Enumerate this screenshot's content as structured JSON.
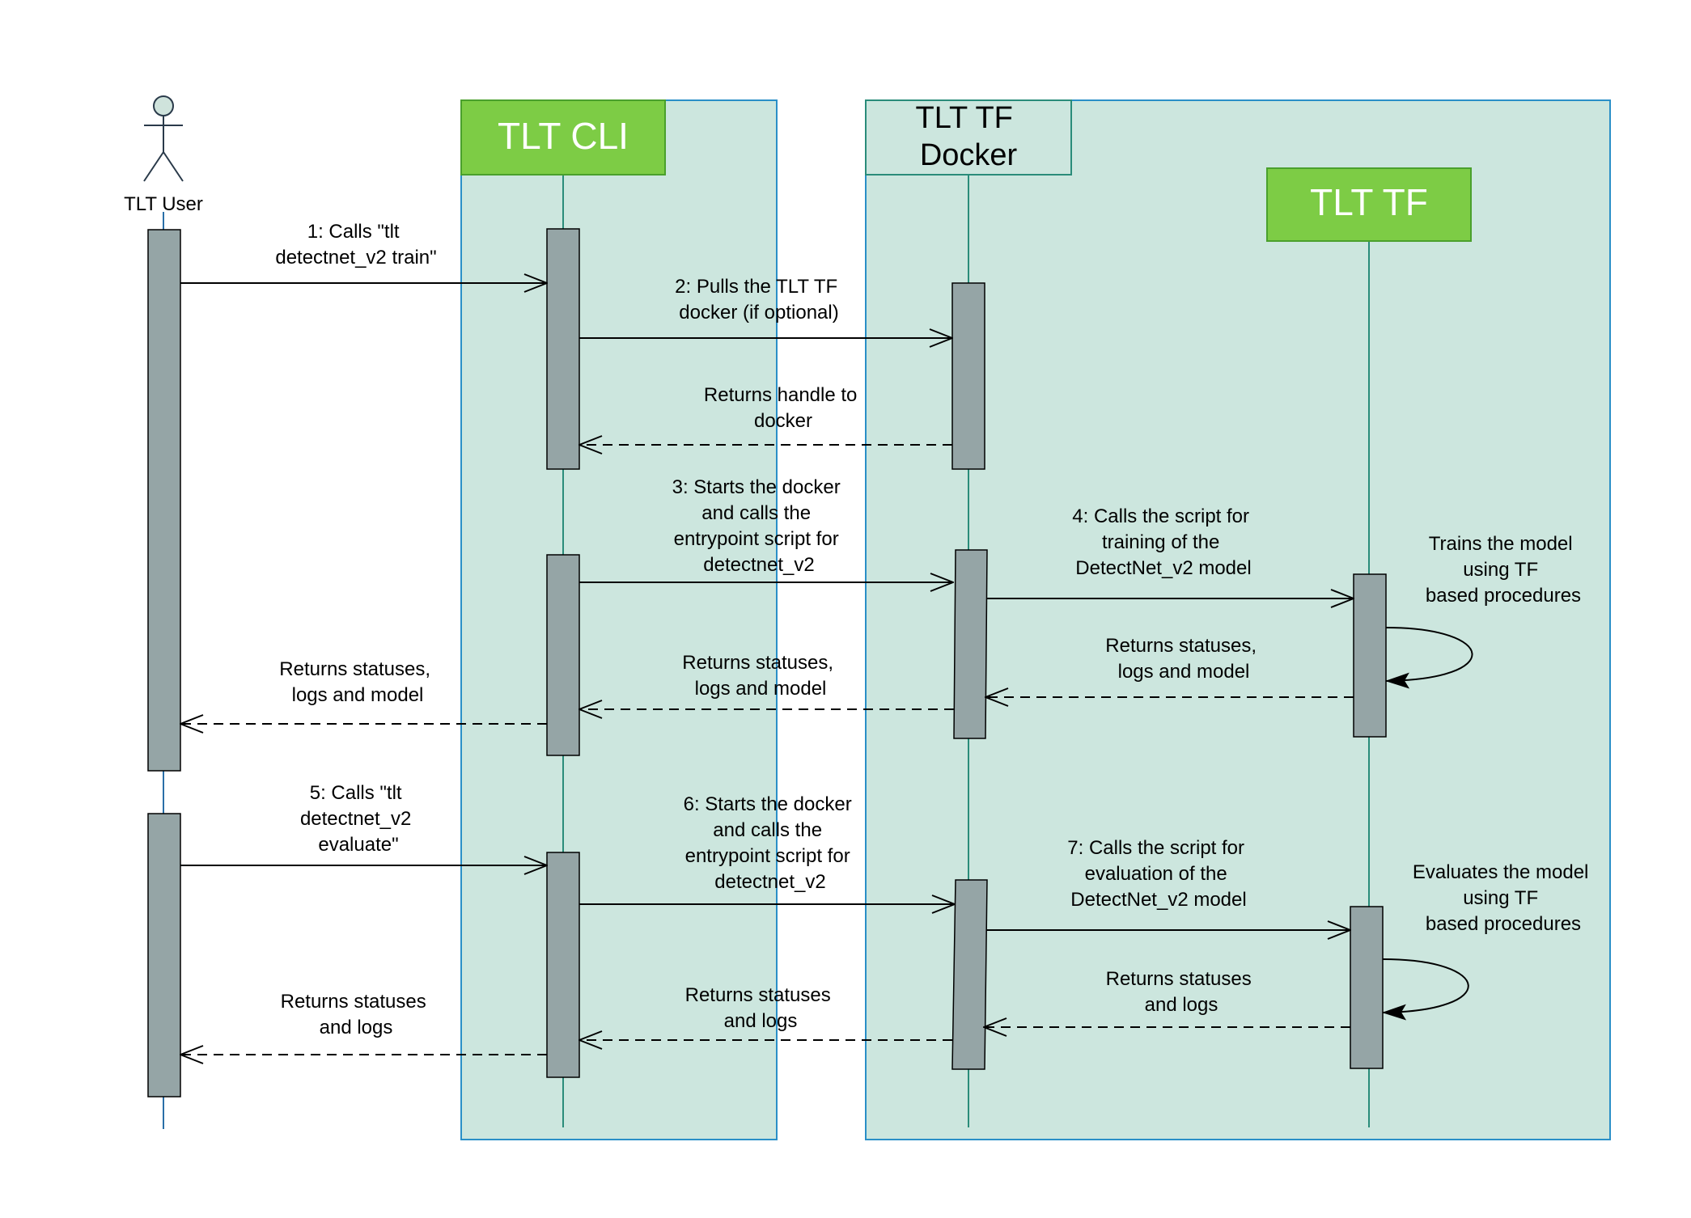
{
  "colors": {
    "group_fill": "#cce6de",
    "group_stroke": "#2a8fc7",
    "header_green": "#7dcc45",
    "header_green_stroke": "#4aa02c",
    "header_white_stroke": "#2a8c7a",
    "lifeline": "#2a8c7a",
    "activation_fill": "#95a5a6",
    "activation_stroke": "#000000"
  },
  "actor": {
    "name": "TLT User",
    "icon": "stick-figure-actor-icon"
  },
  "participants": {
    "tlt_cli": "TLT CLI",
    "tlt_tf_docker": [
      "TLT TF",
      "Docker"
    ],
    "tlt_tf": "TLT TF"
  },
  "messages": {
    "m1": [
      "1: Calls \"tlt",
      "detectnet_v2 train\""
    ],
    "m2": [
      "2: Pulls the TLT TF",
      "docker (if optional)"
    ],
    "m2r": [
      "Returns handle to",
      "docker"
    ],
    "m3": [
      "3: Starts the docker",
      "and calls the",
      "entrypoint script for",
      "detectnet_v2"
    ],
    "m4": [
      "4: Calls the script for",
      "training of the",
      "DetectNet_v2 model"
    ],
    "self1": [
      "Trains the model",
      "using TF",
      "based procedures"
    ],
    "r4": [
      "Returns statuses,",
      "logs and model"
    ],
    "r3": [
      "Returns statuses,",
      "logs and model"
    ],
    "r1": [
      "Returns statuses,",
      "logs and model"
    ],
    "m5": [
      "5: Calls \"tlt",
      "detectnet_v2",
      "evaluate\""
    ],
    "m6": [
      "6: Starts the docker",
      "and calls the",
      "entrypoint script for",
      "detectnet_v2"
    ],
    "m7": [
      "7: Calls the script for",
      "evaluation of the",
      "DetectNet_v2 model"
    ],
    "self2": [
      "Evaluates the model",
      "using TF",
      "based procedures"
    ],
    "r7": [
      "Returns statuses",
      "and logs"
    ],
    "r6": [
      "Returns statuses",
      "and logs"
    ],
    "r5": [
      "Returns statuses",
      "and logs"
    ]
  }
}
